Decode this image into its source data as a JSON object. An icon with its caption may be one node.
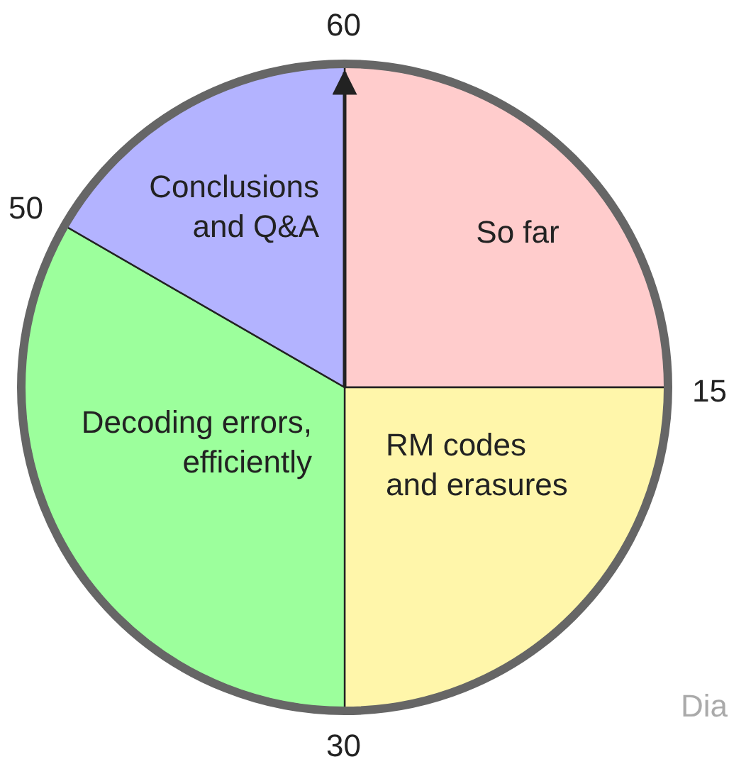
{
  "diagram": {
    "labels": [
      "60",
      "50",
      "15",
      "30",
      "Dia"
    ],
    "chart_data": {
      "type": "pie",
      "categories": [
        "So far",
        "RM codes and erasures",
        "Decoding errors, efficiently",
        "Conclusions and Q&A"
      ],
      "values": [
        25,
        25,
        33.33,
        16.67
      ],
      "needle": "So far"
    }
  }
}
